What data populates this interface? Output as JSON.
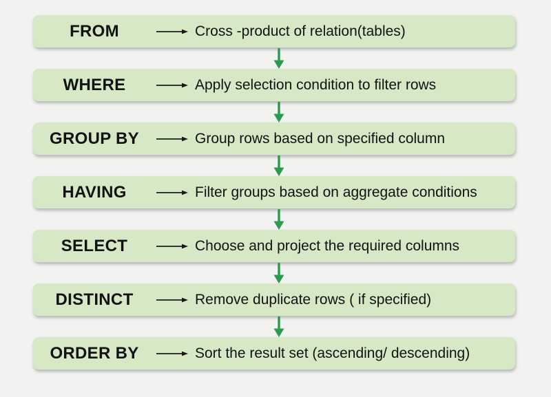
{
  "page": {
    "background_color": "#f2f2f1"
  },
  "diagram": {
    "colors": {
      "box_fill": "#d6e8c6",
      "connector_green": "#2a9b4e",
      "text": "#121212",
      "inline_arrow": "#1a1a1a"
    },
    "steps": [
      {
        "keyword": "FROM",
        "description": "Cross -product of relation(tables)"
      },
      {
        "keyword": "WHERE",
        "description": "Apply selection condition to filter rows"
      },
      {
        "keyword": "GROUP BY",
        "description": "Group rows based on specified column"
      },
      {
        "keyword": "HAVING",
        "description": "Filter groups based on aggregate conditions"
      },
      {
        "keyword": "SELECT",
        "description": "Choose and project the required columns"
      },
      {
        "keyword": "DISTINCT",
        "description": "Remove duplicate rows ( if specified)"
      },
      {
        "keyword": "ORDER BY",
        "description": "Sort the result set (ascending/ descending)"
      }
    ]
  }
}
